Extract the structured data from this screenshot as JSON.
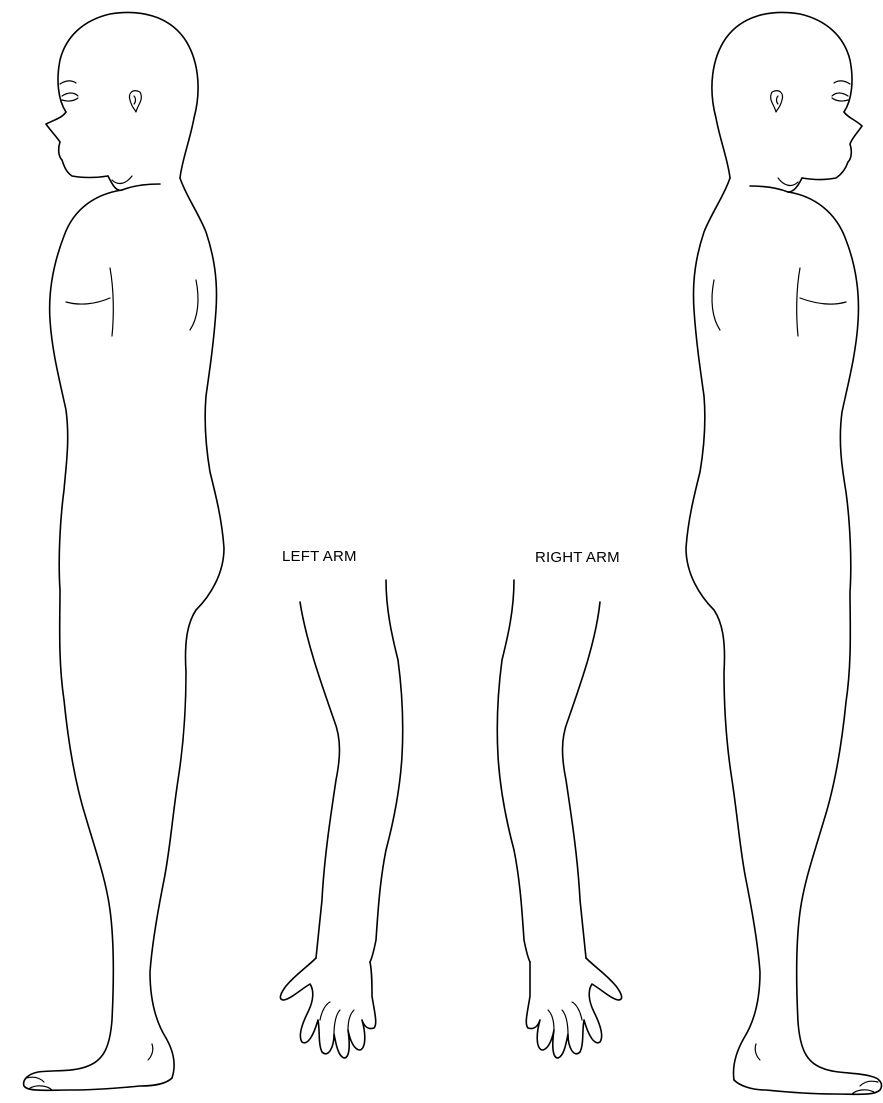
{
  "labels": {
    "left_arm": "LEFT ARM",
    "right_arm": "RIGHT ARM"
  },
  "figures": [
    {
      "name": "left-side-body-figure",
      "faces": "left"
    },
    {
      "name": "right-side-body-figure",
      "faces": "right"
    },
    {
      "name": "left-arm-figure",
      "hand": "palm-view"
    },
    {
      "name": "right-arm-figure",
      "hand": "palm-view"
    }
  ],
  "colors": {
    "line": "#000000",
    "background": "#ffffff"
  }
}
